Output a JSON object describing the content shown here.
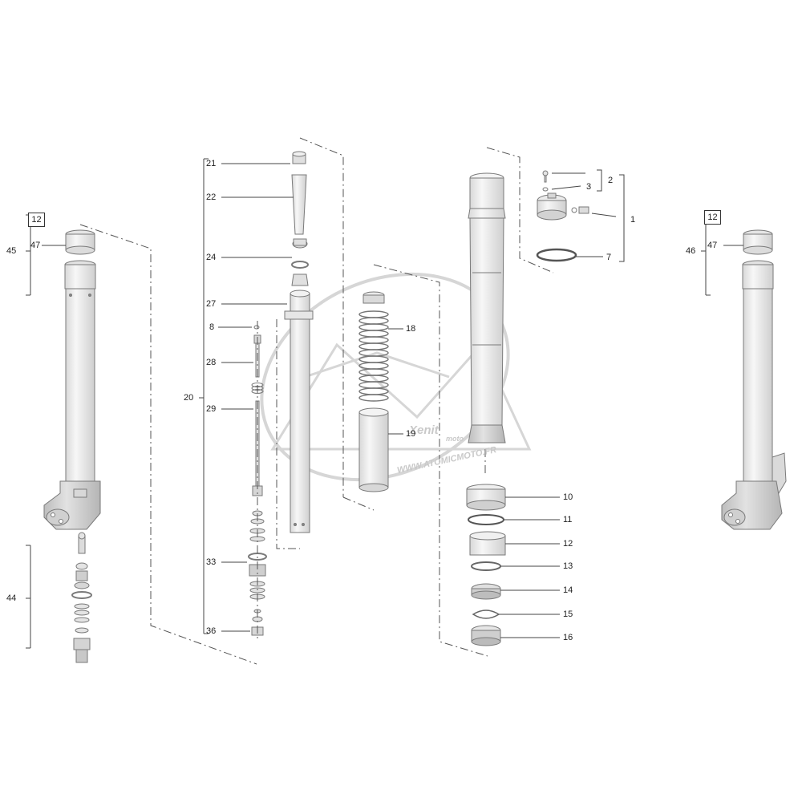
{
  "diagram": {
    "part_numbers": [
      "1",
      "2",
      "3",
      "7",
      "8",
      "10",
      "11",
      "12",
      "13",
      "14",
      "15",
      "16",
      "18",
      "19",
      "20",
      "21",
      "22",
      "24",
      "27",
      "28",
      "29",
      "33",
      "36",
      "44",
      "45",
      "46",
      "47"
    ],
    "labels": {
      "n1": "1",
      "n2": "2",
      "n3": "3",
      "n7": "7",
      "n8": "8",
      "n10": "10",
      "n11": "11",
      "n12": "12",
      "n13": "13",
      "n14": "14",
      "n15": "15",
      "n16": "16",
      "n18": "18",
      "n19": "19",
      "n20": "20",
      "n21": "21",
      "n22": "22",
      "n24": "24",
      "n27": "27",
      "n28": "28",
      "n29": "29",
      "n33": "33",
      "n36": "36",
      "n44": "44",
      "n45": "45",
      "n46": "46",
      "n47L": "47",
      "n47R": "47"
    },
    "boxed_labels": {
      "leftBox": "12",
      "rightBox": "12"
    }
  },
  "watermark": {
    "brand": "Xenit",
    "sub": "moto",
    "url": "WWW.ATOMICMOTO.FR"
  },
  "colors": {
    "line": "#444444",
    "part_stroke": "#7a7a7a",
    "part_fill": "#eeeeee",
    "part_dark": "#cfcfcf",
    "watermark": "#d0d0d0"
  }
}
